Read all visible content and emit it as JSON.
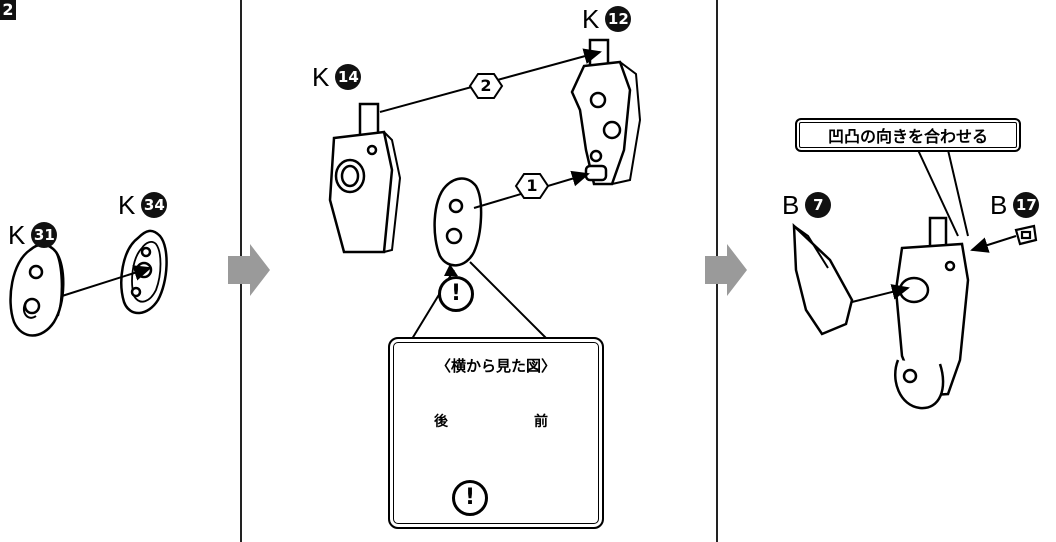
{
  "step_number": "2",
  "panel1": {
    "part_a": {
      "letter": "K",
      "number": "31"
    },
    "part_b": {
      "letter": "K",
      "number": "34"
    }
  },
  "panel2": {
    "part_a": {
      "letter": "K",
      "number": "14"
    },
    "part_b": {
      "letter": "K",
      "number": "12"
    },
    "order_1": "1",
    "order_2": "2",
    "warning_symbol": "!",
    "inset": {
      "title": "〈横から見た図〉",
      "back_label": "後",
      "front_label": "前",
      "warning_symbol": "!"
    }
  },
  "panel3": {
    "callout": "凹凸の向きを合わせる",
    "part_a": {
      "letter": "B",
      "number": "7"
    },
    "part_b": {
      "letter": "B",
      "number": "17"
    }
  },
  "colors": {
    "arrow_gray": "#9a9a9a",
    "line": "#000000",
    "part_fill": "#ffffff",
    "badge": "#111111"
  }
}
